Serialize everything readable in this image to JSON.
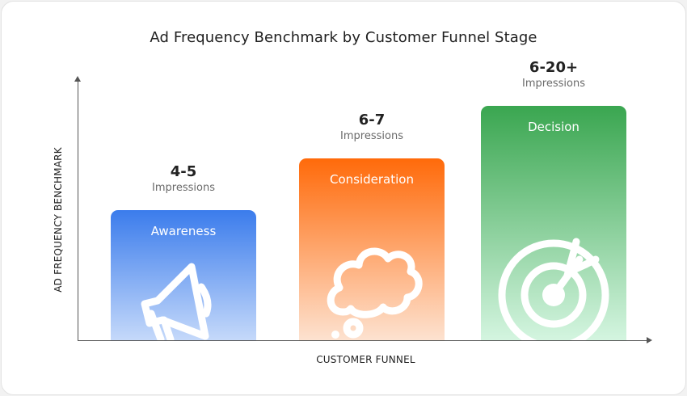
{
  "chart_data": {
    "type": "bar",
    "title": "Ad Frequency Benchmark by Customer Funnel Stage",
    "xlabel": "CUSTOMER FUNNEL",
    "ylabel": "AD FREQUENCY BENCHMARK",
    "categories": [
      "Awareness",
      "Consideration",
      "Decision"
    ],
    "value_labels": [
      "4-5",
      "6-7",
      "6-20+"
    ],
    "unit_label": "Impressions",
    "bar_levels": [
      0.5,
      0.7,
      0.9
    ],
    "icons": [
      "megaphone-icon",
      "thought-cloud-icon",
      "target-arrow-icon"
    ],
    "colors": {
      "top": [
        "#3b7cec",
        "#ff6a0a",
        "#3aa650"
      ],
      "bottom": [
        "#c5d9fa",
        "#fde2d0",
        "#d4f5e0"
      ]
    },
    "grid": false,
    "legend": "none"
  }
}
